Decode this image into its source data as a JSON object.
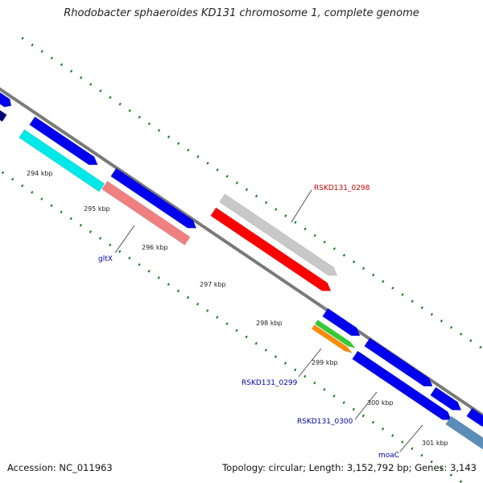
{
  "title": "Rhodobacter sphaeroides KD131 chromosome 1, complete genome",
  "footer": {
    "accession": "Accession: NC_011963",
    "summary": "Topology: circular; Length: 3,152,792 bp; Genes: 3,143"
  },
  "colors": {
    "backbone": "#808080",
    "tick": "#1f7a1f",
    "gene_blue": "#0000ee",
    "gene_navy": "#00007a",
    "gene_cyan": "#00e8e8",
    "gene_pink": "#f08080",
    "gene_gray": "#c8c8c8",
    "gene_red": "#ff0000",
    "gene_green": "#33cc33",
    "gene_orange": "#ff8c00",
    "gene_steel": "#5b8db8",
    "label_red": "#cc0000",
    "label_blue": "#0000aa"
  },
  "tick_labels": [
    "294 kbp",
    "295 kbp",
    "296 kbp",
    "297 kbp",
    "298 kbp",
    "299 kbp",
    "300 kbp",
    "301 kbp"
  ],
  "gene_labels": [
    "RSKD131_0298",
    "gltX",
    "RSKD131_0299",
    "RSKD131_0300",
    "moaC"
  ]
}
